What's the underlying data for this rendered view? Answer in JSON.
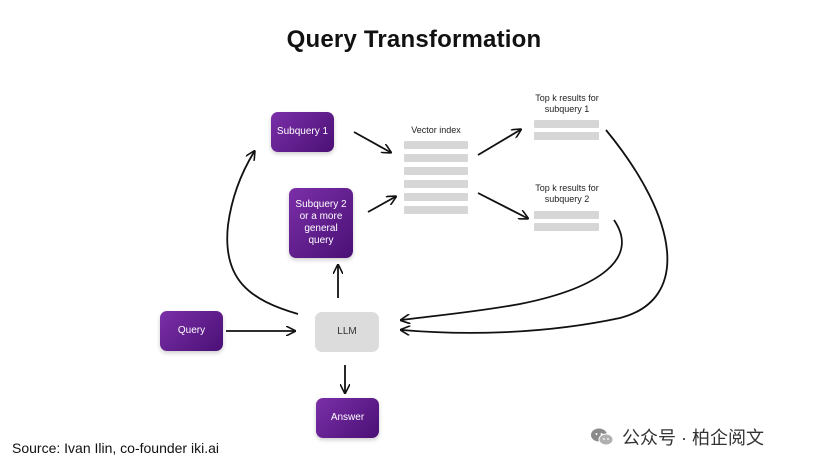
{
  "title": "Query Transformation",
  "nodes": {
    "subquery1": "Subquery 1",
    "subquery2": "Subquery 2 or a more general query",
    "query": "Query",
    "llm": "LLM",
    "answer": "Answer"
  },
  "labels": {
    "vector_index": "Vector index",
    "topk1": "Top k results for subquery 1",
    "topk2": "Top k results for subquery 2"
  },
  "source": "Source: Ivan Ilin, co-founder iki.ai",
  "watermark": "公众号 · 柏企阅文",
  "colors": {
    "node_purple": "#5e1a8c",
    "llm_gray": "#dcdcdc",
    "bar_gray": "#d6d6d6"
  }
}
